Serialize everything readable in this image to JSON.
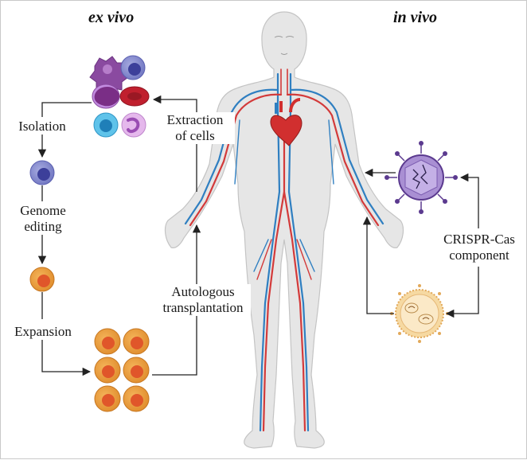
{
  "headings": {
    "left": "ex vivo",
    "right": "in vivo"
  },
  "labels": {
    "isolation": "Isolation",
    "genome_editing_1": "Genome",
    "genome_editing_2": "editing",
    "expansion": "Expansion",
    "extraction_1": "Extraction",
    "extraction_2": "of cells",
    "autologous_1": "Autologous",
    "autologous_2": "transplantation",
    "crispr_1": "CRISPR-Cas",
    "crispr_2": "component"
  },
  "colors": {
    "arrow": "#222222",
    "body_fill": "#e6e6e6",
    "body_stroke": "#c4c4c4",
    "artery": "#d33a3a",
    "vein": "#2f7fc1",
    "heart": "#d12f2f",
    "edited_cell": "#e89a3c",
    "edited_nucleus": "#e0562a",
    "isolated_cell": "#7f84c8",
    "isolated_nucleus": "#3c3f9a",
    "virus": "#a98fd3",
    "lipid_particle": "#f6d9a2"
  }
}
